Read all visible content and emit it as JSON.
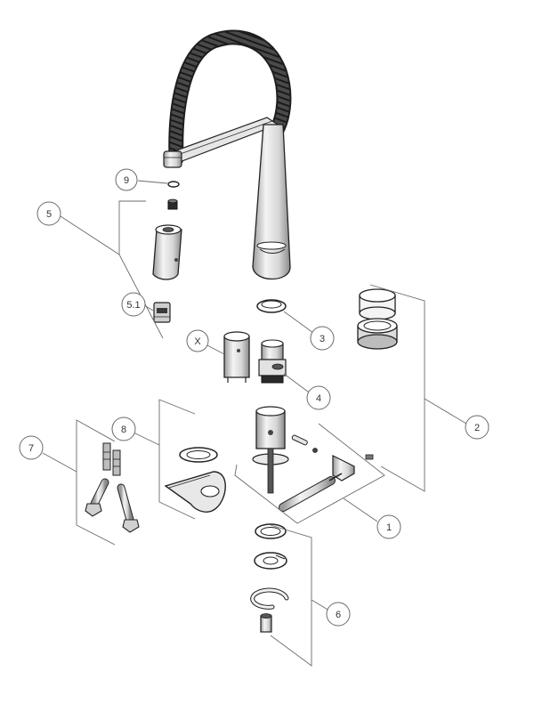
{
  "callouts": {
    "c1": "1",
    "c2": "2",
    "c3": "3",
    "c4": "4",
    "c5": "5",
    "c51": "5.1",
    "c6": "6",
    "c7": "7",
    "c8": "8",
    "c9": "9",
    "cx": "X"
  },
  "colors": {
    "line": "#222222",
    "leader": "#6b6b6b",
    "hose": "#3a3a3a",
    "body_shade": "#bdbdbd"
  }
}
